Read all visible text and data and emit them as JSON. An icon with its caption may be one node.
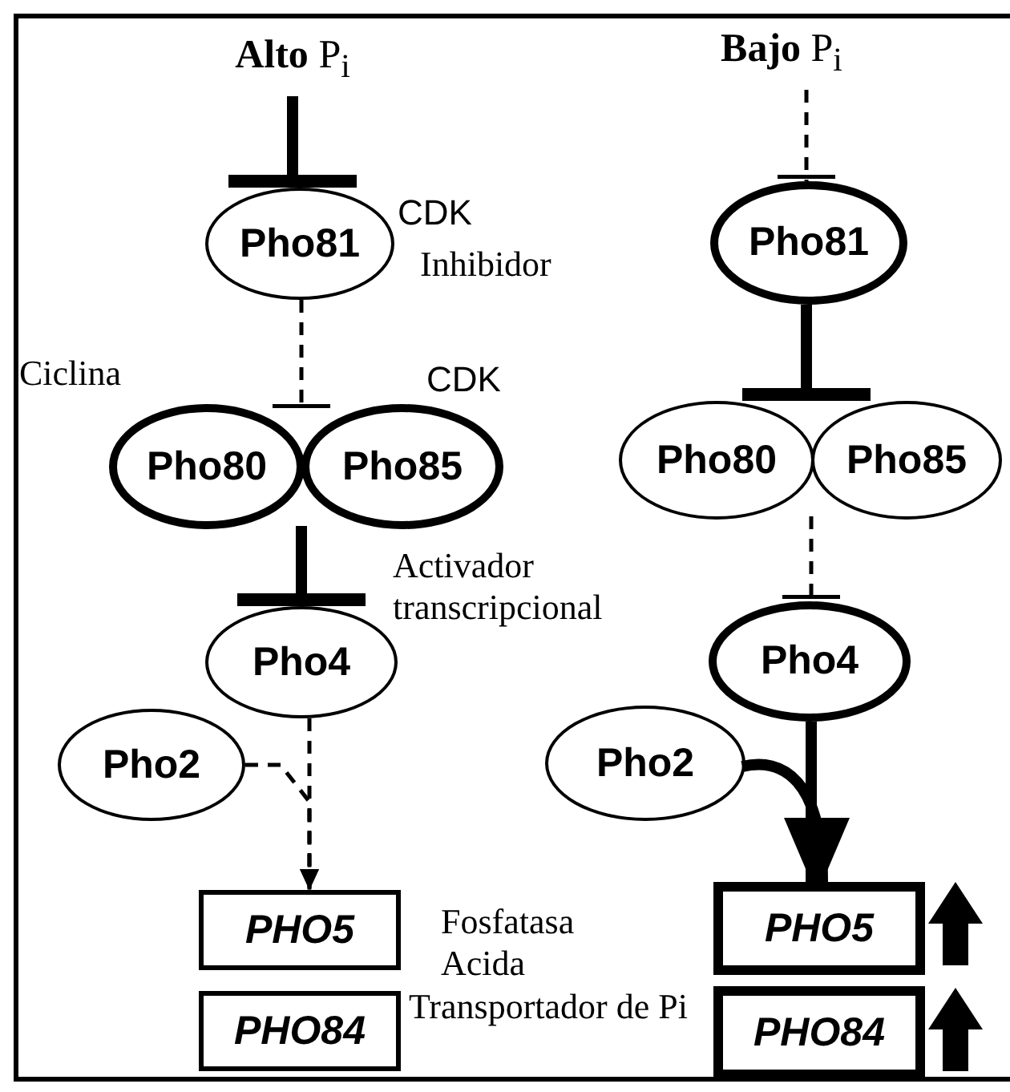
{
  "diagram": {
    "nodes": [
      {
        "text": [
          "**Alto** P$_{i}$"
        ]
      },
      {
        "text": [
          "Pho81"
        ]
      },
      {
        "text": [
          "Pho80"
        ]
      },
      {
        "text": [
          "Pho85"
        ]
      },
      {
        "text": [
          "Pho4"
        ]
      },
      {
        "text": [
          "Pho2"
        ]
      },
      {
        "text": [
          "PHO5"
        ]
      },
      {
        "text": [
          "PHO84"
        ]
      },
      {
        "text": [
          "**Bajo** P$_{i}$"
        ]
      },
      {
        "text": [
          "Pho81"
        ]
      },
      {
        "text": [
          "Pho80"
        ]
      },
      {
        "text": [
          "Pho85"
        ]
      },
      {
        "text": [
          "Pho4"
        ]
      },
      {
        "text": [
          "Pho2"
        ]
      },
      {
        "text": [
          "PHO5"
        ]
      },
      {
        "text": [
          "PHO84"
        ]
      }
    ],
    "edges": [
      {
        "from": 0,
        "to": 1,
        "arrow": "other",
        "style": "thick"
      },
      {
        "from": 1,
        "to": 2,
        "arrow": "other",
        "style": "dashed"
      },
      {
        "from": 2,
        "to": 4,
        "arrow": "other",
        "style": "thick"
      },
      {
        "from": 4,
        "to": 6,
        "arrow": "to",
        "style": "dashed"
      },
      {
        "from": 5,
        "to": 6,
        "arrow": "to",
        "style": "dashed"
      },
      {
        "from": 8,
        "to": 9,
        "arrow": "other",
        "style": "dashed"
      },
      {
        "from": 9,
        "to": 10,
        "arrow": "other",
        "style": "thick"
      },
      {
        "from": 10,
        "to": 12,
        "arrow": "other",
        "style": "dashed"
      },
      {
        "from": 12,
        "to": 14,
        "arrow": "to",
        "style": "thick"
      },
      {
        "from": 13,
        "to": 14,
        "arrow": "to",
        "style": "thick"
      }
    ],
    "labels": [
      "CDK",
      "Inhibidor",
      "Ciclina",
      "CDK",
      "Activador transcripcional",
      "Fosfatasa Acida",
      "Transportador de Pi"
    ]
  }
}
